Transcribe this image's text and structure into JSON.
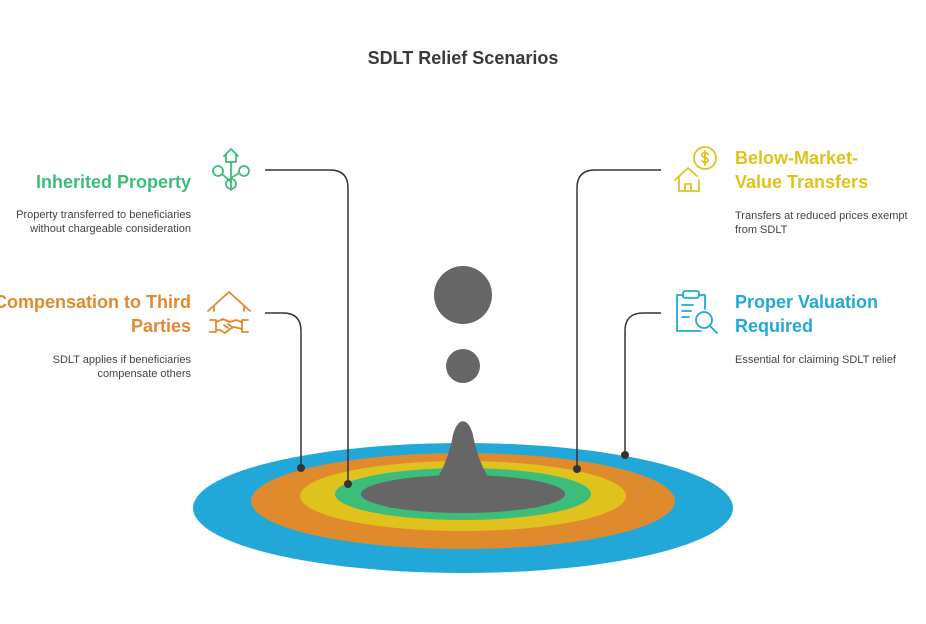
{
  "title": "SDLT Relief Scenarios",
  "items": [
    {
      "heading": "Inherited Property",
      "description": "Property transferred to beneficiaries without chargeable consideration",
      "color": "#3cbd7a",
      "icon": "tree-house-icon"
    },
    {
      "heading": "Compensation to Third Parties",
      "description": "SDLT applies if beneficiaries compensate others",
      "color": "#e08a2e",
      "icon": "house-handshake-icon"
    },
    {
      "heading": "Below-Market-Value Transfers",
      "description": "Transfers at reduced prices exempt from SDLT",
      "color": "#e0c21c",
      "icon": "house-dollar-icon"
    },
    {
      "heading": "Proper Valuation Required",
      "description": "Essential for claiming SDLT relief",
      "color": "#22a8d8",
      "icon": "document-search-icon"
    }
  ],
  "colors": {
    "ring_outer": "#22a8d8",
    "ring_2": "#e08a2e",
    "ring_3": "#e0c21c",
    "ring_4": "#3cbd7a",
    "center": "#666666",
    "lines": "#333333"
  }
}
